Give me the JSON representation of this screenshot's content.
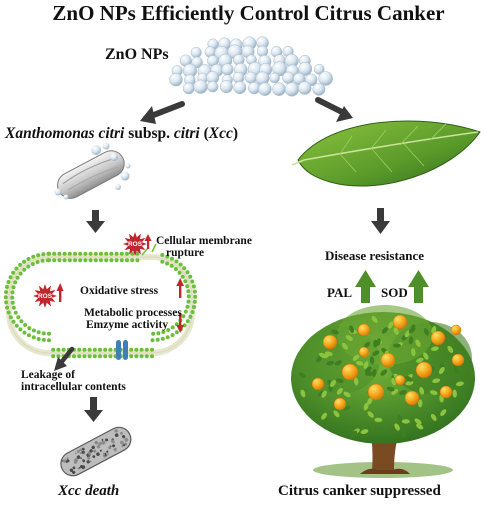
{
  "title": "ZnO NPs Efficiently Control Citrus Canker",
  "nanoparticles_label": "ZnO NPs",
  "bacterium": {
    "genus_species": "Xanthomonas citri",
    "subsp_word": "subsp.",
    "pathovar": "citri",
    "abbreviation": "Xcc"
  },
  "membrane_rupture": [
    "Cellular membrane",
    "rupture"
  ],
  "ros_badge": "ROS",
  "oxidative_stress": "Oxidative stress",
  "metabolic": [
    "Metabolic processes",
    "Emzyme activity"
  ],
  "leakage": [
    "Leakage of",
    "intracellular contents"
  ],
  "death_label": "Xcc death",
  "disease_resistance": "Disease resistance",
  "pal_label": "PAL",
  "sod_label": "SOD",
  "outcome_label": "Citrus canker suppressed",
  "colors": {
    "arrow_dark": "#3a3a3a",
    "up_red": "#c0262d",
    "up_green": "#4f8f2a",
    "membrane_green": "#6bbf3a",
    "leaf_green": "#5a9a2a",
    "orange": "#f0a21a",
    "nanoparticle": "#cfe0ee"
  },
  "icons": [
    "nanoparticle-cluster",
    "rod-bacterium-icon",
    "leaf-icon",
    "ros-burst-icon",
    "membrane-channel-icon",
    "dead-bacterium-icon",
    "citrus-tree-icon"
  ]
}
